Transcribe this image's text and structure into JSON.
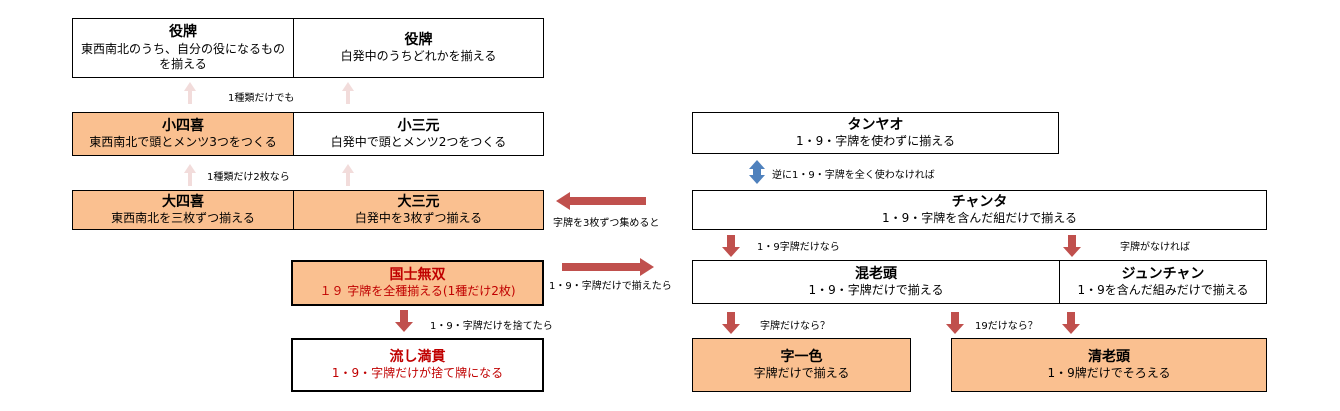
{
  "boxes": {
    "yakuhai_wind": {
      "title": "役牌",
      "desc": "東西南北のうち、自分の役になるものを揃える"
    },
    "yakuhai_dragon": {
      "title": "役牌",
      "desc": "白発中のうちどれかを揃える"
    },
    "shousuushii": {
      "title": "小四喜",
      "desc": "東西南北で頭とメンツ3つをつくる"
    },
    "shousangen": {
      "title": "小三元",
      "desc": "白発中で頭とメンツ2つをつくる"
    },
    "daisuushii": {
      "title": "大四喜",
      "desc": "東西南北を三枚ずつ揃える"
    },
    "daisangen": {
      "title": "大三元",
      "desc": "白発中を3枚ずつ揃える"
    },
    "kokushi": {
      "title": "国士無双",
      "desc": "１９ 字牌を全種揃える(1種だけ2枚)"
    },
    "nagashi": {
      "title": "流し満貫",
      "desc": "1・9・字牌だけが捨て牌になる"
    },
    "tanyao": {
      "title": "タンヤオ",
      "desc": "1・9・字牌を使わずに揃える"
    },
    "chanta": {
      "title": "チャンタ",
      "desc": "1・9・字牌を含んだ組だけで揃える"
    },
    "honroutou": {
      "title": "混老頭",
      "desc": "1・9・字牌だけで揃える"
    },
    "junchan": {
      "title": "ジュンチャン",
      "desc": "1・9を含んだ組みだけで揃える"
    },
    "tsuuiisou": {
      "title": "字一色",
      "desc": "字牌だけで揃える"
    },
    "chinroutou": {
      "title": "清老頭",
      "desc": "1・9牌だけでそろえる"
    }
  },
  "labels": {
    "one_kind": "1種類だけでも",
    "one_kind_two": "1種類だけ2枚なら",
    "collect_three": "字牌を3枚ずつ集めると",
    "reverse": "逆に1・9・字牌を全く使わなければ",
    "only_19_jihai": "1・9字牌だけなら",
    "no_jihai": "字牌がなければ",
    "gather_19_jihai": "1・9・字牌だけで揃えたら",
    "discard_19_jihai": "1・9・字牌だけを捨てたら",
    "only_jihai_q": "字牌だけなら？",
    "only_19_q": "19だけなら？"
  },
  "colors": {
    "orange_fill": "#fac090",
    "red_arrow": "#c0504d",
    "pink_arrow": "#f2dcdb",
    "blue_arrow": "#4f81bd",
    "red_text": "#c00000"
  }
}
